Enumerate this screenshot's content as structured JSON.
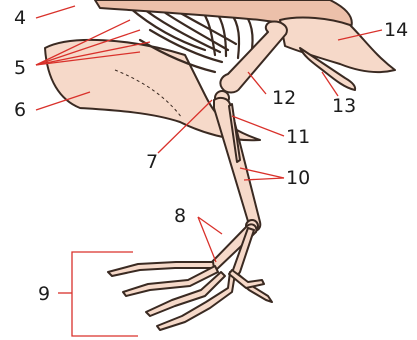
{
  "labels": {
    "l4": "4",
    "l5": "5",
    "l6": "6",
    "l7": "7",
    "l8": "8",
    "l9": "9",
    "l10": "10",
    "l11": "11",
    "l12": "12",
    "l13": "13",
    "l14": "14"
  },
  "colors": {
    "bone_fill": "#f6d9c9",
    "bone_outline": "#3a2a22",
    "leader_line": "#d9312b"
  }
}
